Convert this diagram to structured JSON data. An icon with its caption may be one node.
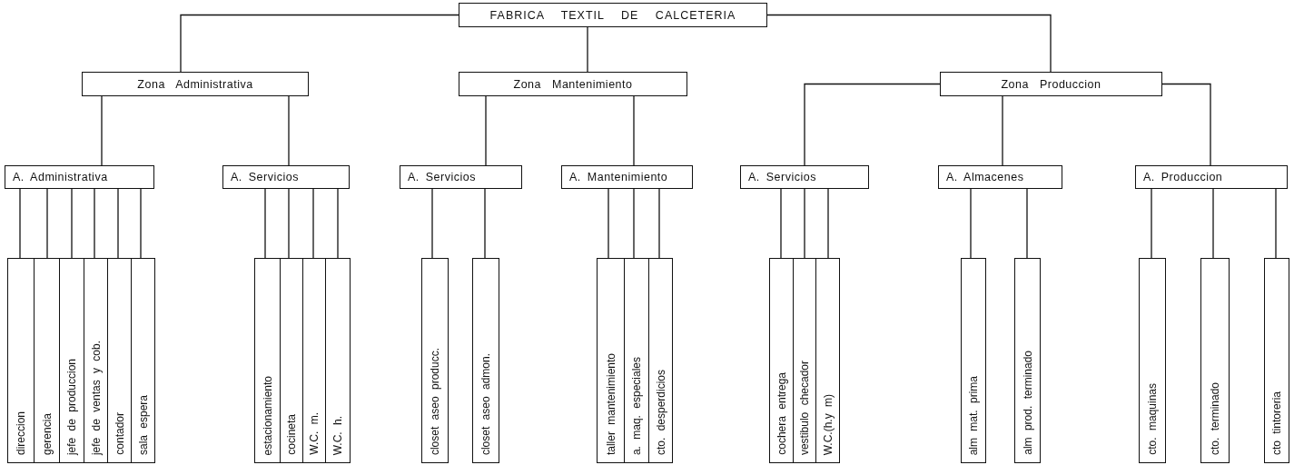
{
  "diagram": {
    "nodes": [
      {
        "text": [
          "FABRICA TEXTIL DE CALCETERIA"
        ]
      },
      {
        "text": [
          "Zona Administrativa"
        ]
      },
      {
        "text": [
          "Zona Mantenimiento"
        ]
      },
      {
        "text": [
          "Zona Produccion"
        ]
      },
      {
        "text": [
          "A. Administrativa"
        ]
      },
      {
        "text": [
          "A. Servicios"
        ]
      },
      {
        "text": [
          "A. Servicios"
        ]
      },
      {
        "text": [
          "A. Mantenimiento"
        ]
      },
      {
        "text": [
          "A. Servicios"
        ]
      },
      {
        "text": [
          "A. Almacenes"
        ]
      },
      {
        "text": [
          "A. Produccion"
        ]
      },
      {
        "text": [
          "direccion"
        ]
      },
      {
        "text": [
          "gerencia"
        ]
      },
      {
        "text": [
          "jefe de produccion"
        ]
      },
      {
        "text": [
          "jefe de ventas y cob."
        ]
      },
      {
        "text": [
          "contador"
        ]
      },
      {
        "text": [
          "sala espera"
        ]
      },
      {
        "text": [
          "estacionamiento"
        ]
      },
      {
        "text": [
          "cocineta"
        ]
      },
      {
        "text": [
          "W.C. m."
        ]
      },
      {
        "text": [
          "W.C. h."
        ]
      },
      {
        "text": [
          "closet aseo producc."
        ]
      },
      {
        "text": [
          "closet aseo admon."
        ]
      },
      {
        "text": [
          "taller mantenimiento"
        ]
      },
      {
        "text": [
          "a. maq. especiales"
        ]
      },
      {
        "text": [
          "cto. desperdicios"
        ]
      },
      {
        "text": [
          "cochera entrega"
        ]
      },
      {
        "text": [
          "vestibulo checador"
        ]
      },
      {
        "text": [
          "W.C.(h.y m)"
        ]
      },
      {
        "text": [
          "alm mat. prima"
        ]
      },
      {
        "text": [
          "alm prod. terminado"
        ]
      },
      {
        "text": [
          "cto. maquinas"
        ]
      },
      {
        "text": [
          "cto. terminado"
        ]
      },
      {
        "text": [
          "cto tintoreria"
        ]
      }
    ],
    "edges": [
      {
        "from": 0,
        "to": 1,
        "arrow": "none"
      },
      {
        "from": 0,
        "to": 2,
        "arrow": "none"
      },
      {
        "from": 0,
        "to": 3,
        "arrow": "none"
      },
      {
        "from": 1,
        "to": 4,
        "arrow": "none"
      },
      {
        "from": 1,
        "to": 5,
        "arrow": "none"
      },
      {
        "from": 2,
        "to": 6,
        "arrow": "none"
      },
      {
        "from": 2,
        "to": 7,
        "arrow": "none"
      },
      {
        "from": 3,
        "to": 8,
        "arrow": "none"
      },
      {
        "from": 3,
        "to": 9,
        "arrow": "none"
      },
      {
        "from": 3,
        "to": 10,
        "arrow": "none"
      },
      {
        "from": 4,
        "to": 11,
        "arrow": "none"
      },
      {
        "from": 4,
        "to": 12,
        "arrow": "none"
      },
      {
        "from": 4,
        "to": 13,
        "arrow": "none"
      },
      {
        "from": 4,
        "to": 14,
        "arrow": "none"
      },
      {
        "from": 4,
        "to": 15,
        "arrow": "none"
      },
      {
        "from": 4,
        "to": 16,
        "arrow": "none"
      },
      {
        "from": 5,
        "to": 17,
        "arrow": "none"
      },
      {
        "from": 5,
        "to": 18,
        "arrow": "none"
      },
      {
        "from": 5,
        "to": 19,
        "arrow": "none"
      },
      {
        "from": 5,
        "to": 20,
        "arrow": "none"
      },
      {
        "from": 6,
        "to": 21,
        "arrow": "none"
      },
      {
        "from": 6,
        "to": 22,
        "arrow": "none"
      },
      {
        "from": 7,
        "to": 23,
        "arrow": "none"
      },
      {
        "from": 7,
        "to": 24,
        "arrow": "none"
      },
      {
        "from": 7,
        "to": 25,
        "arrow": "none"
      },
      {
        "from": 8,
        "to": 26,
        "arrow": "none"
      },
      {
        "from": 8,
        "to": 27,
        "arrow": "none"
      },
      {
        "from": 8,
        "to": 28,
        "arrow": "none"
      },
      {
        "from": 9,
        "to": 29,
        "arrow": "none"
      },
      {
        "from": 9,
        "to": 30,
        "arrow": "none"
      },
      {
        "from": 10,
        "to": 31,
        "arrow": "none"
      },
      {
        "from": 10,
        "to": 32,
        "arrow": "none"
      },
      {
        "from": 10,
        "to": 33,
        "arrow": "none"
      }
    ]
  }
}
